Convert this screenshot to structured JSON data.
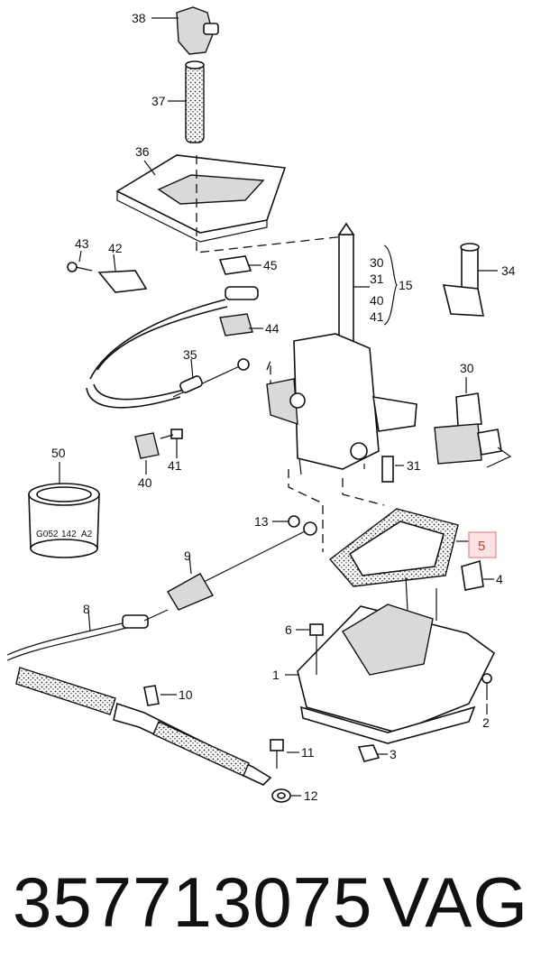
{
  "diagram": {
    "callouts": [
      "38",
      "37",
      "36",
      "43",
      "42",
      "45",
      "30",
      "31",
      "40",
      "41",
      "15",
      "34",
      "44",
      "35",
      "30",
      "50",
      "40",
      "41",
      "31",
      "13",
      "5",
      "9",
      "4",
      "8",
      "6",
      "1",
      "10",
      "2",
      "11",
      "3",
      "12"
    ],
    "stamp_text": [
      "G052",
      "142",
      "A2"
    ],
    "highlighted_callout": "5",
    "highlight_color": "#e8a0a0"
  },
  "footer": {
    "part_number": "357713075",
    "brand": "VAG"
  }
}
